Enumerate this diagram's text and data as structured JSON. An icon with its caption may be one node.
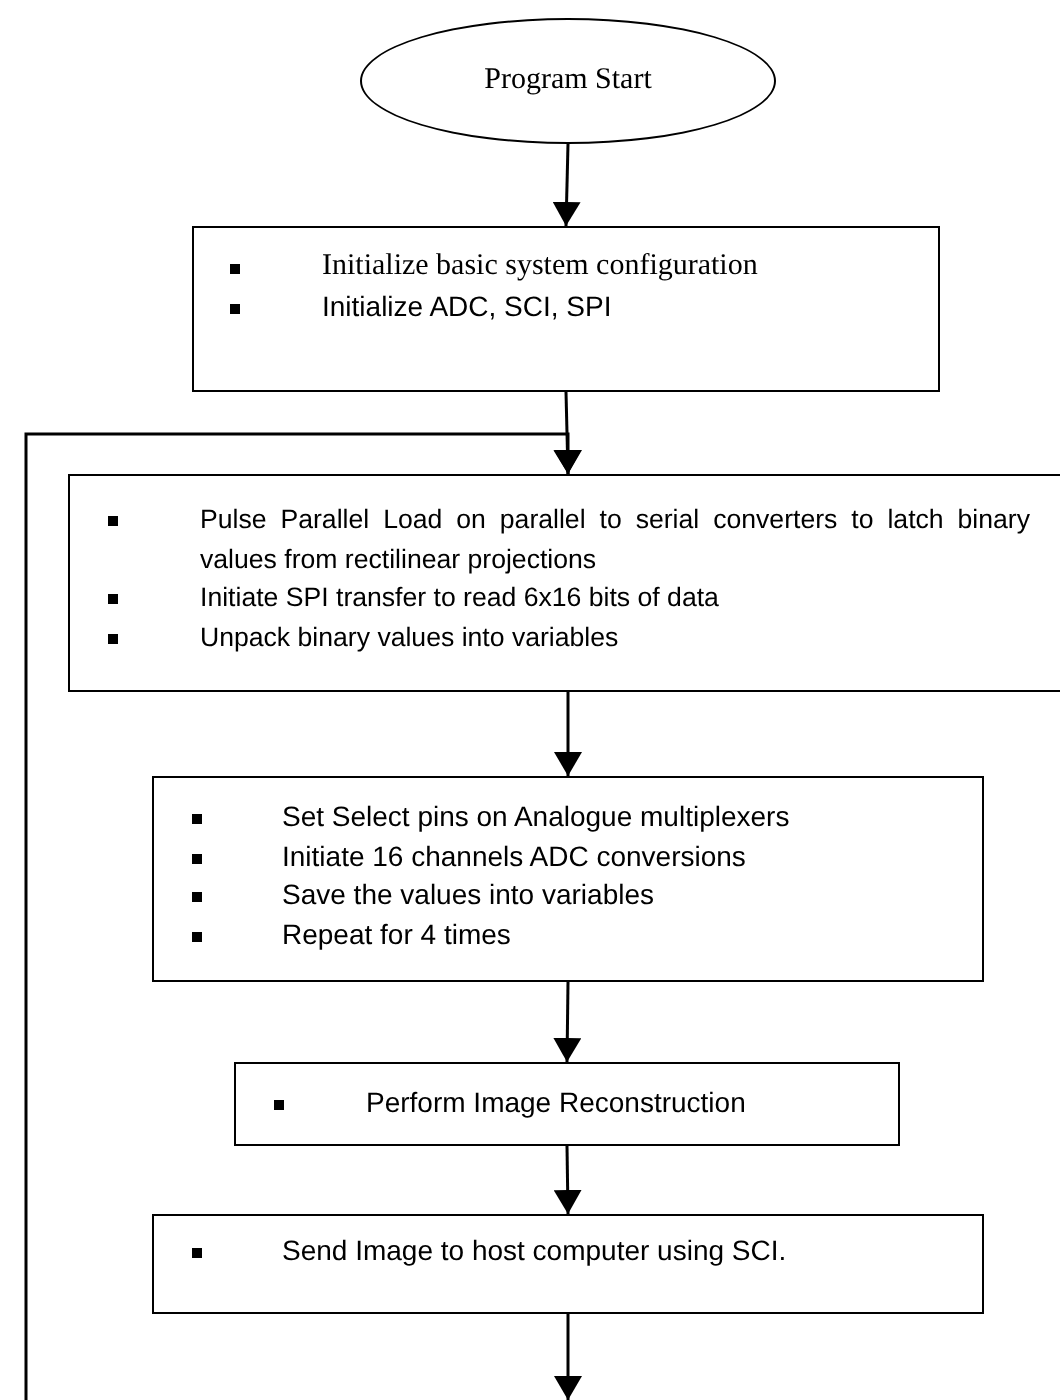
{
  "diagram": {
    "nodes": [
      {
        "text": [
          "Program Start"
        ]
      },
      {
        "text": [
          "Initialize basic system configuration",
          "Initialize ADC, SCI, SPI"
        ]
      },
      {
        "text": [
          "Pulse Parallel Load on parallel to serial converters to latch binary values from rectilinear projections",
          "Initiate SPI transfer to read 6x16 bits of data",
          "Unpack binary values into variables"
        ]
      },
      {
        "text": [
          "Set Select pins on Analogue multiplexers",
          "Initiate 16 channels ADC conversions",
          "Save the values into variables",
          "Repeat for 4 times"
        ]
      },
      {
        "text": [
          "Perform Image Reconstruction"
        ]
      },
      {
        "text": [
          "Send Image to host computer using SCI."
        ]
      }
    ],
    "edges": [
      {
        "from": 0,
        "to": 1,
        "arrow": "to"
      },
      {
        "from": 1,
        "to": 2,
        "arrow": "to"
      },
      {
        "from": 2,
        "to": 3,
        "arrow": "to"
      },
      {
        "from": 3,
        "to": 4,
        "arrow": "to"
      },
      {
        "from": 4,
        "to": 5,
        "arrow": "to"
      },
      {
        "from": 5,
        "to": null,
        "arrow": "to"
      },
      {
        "from": null,
        "to": 2,
        "arrow": "to"
      }
    ]
  }
}
